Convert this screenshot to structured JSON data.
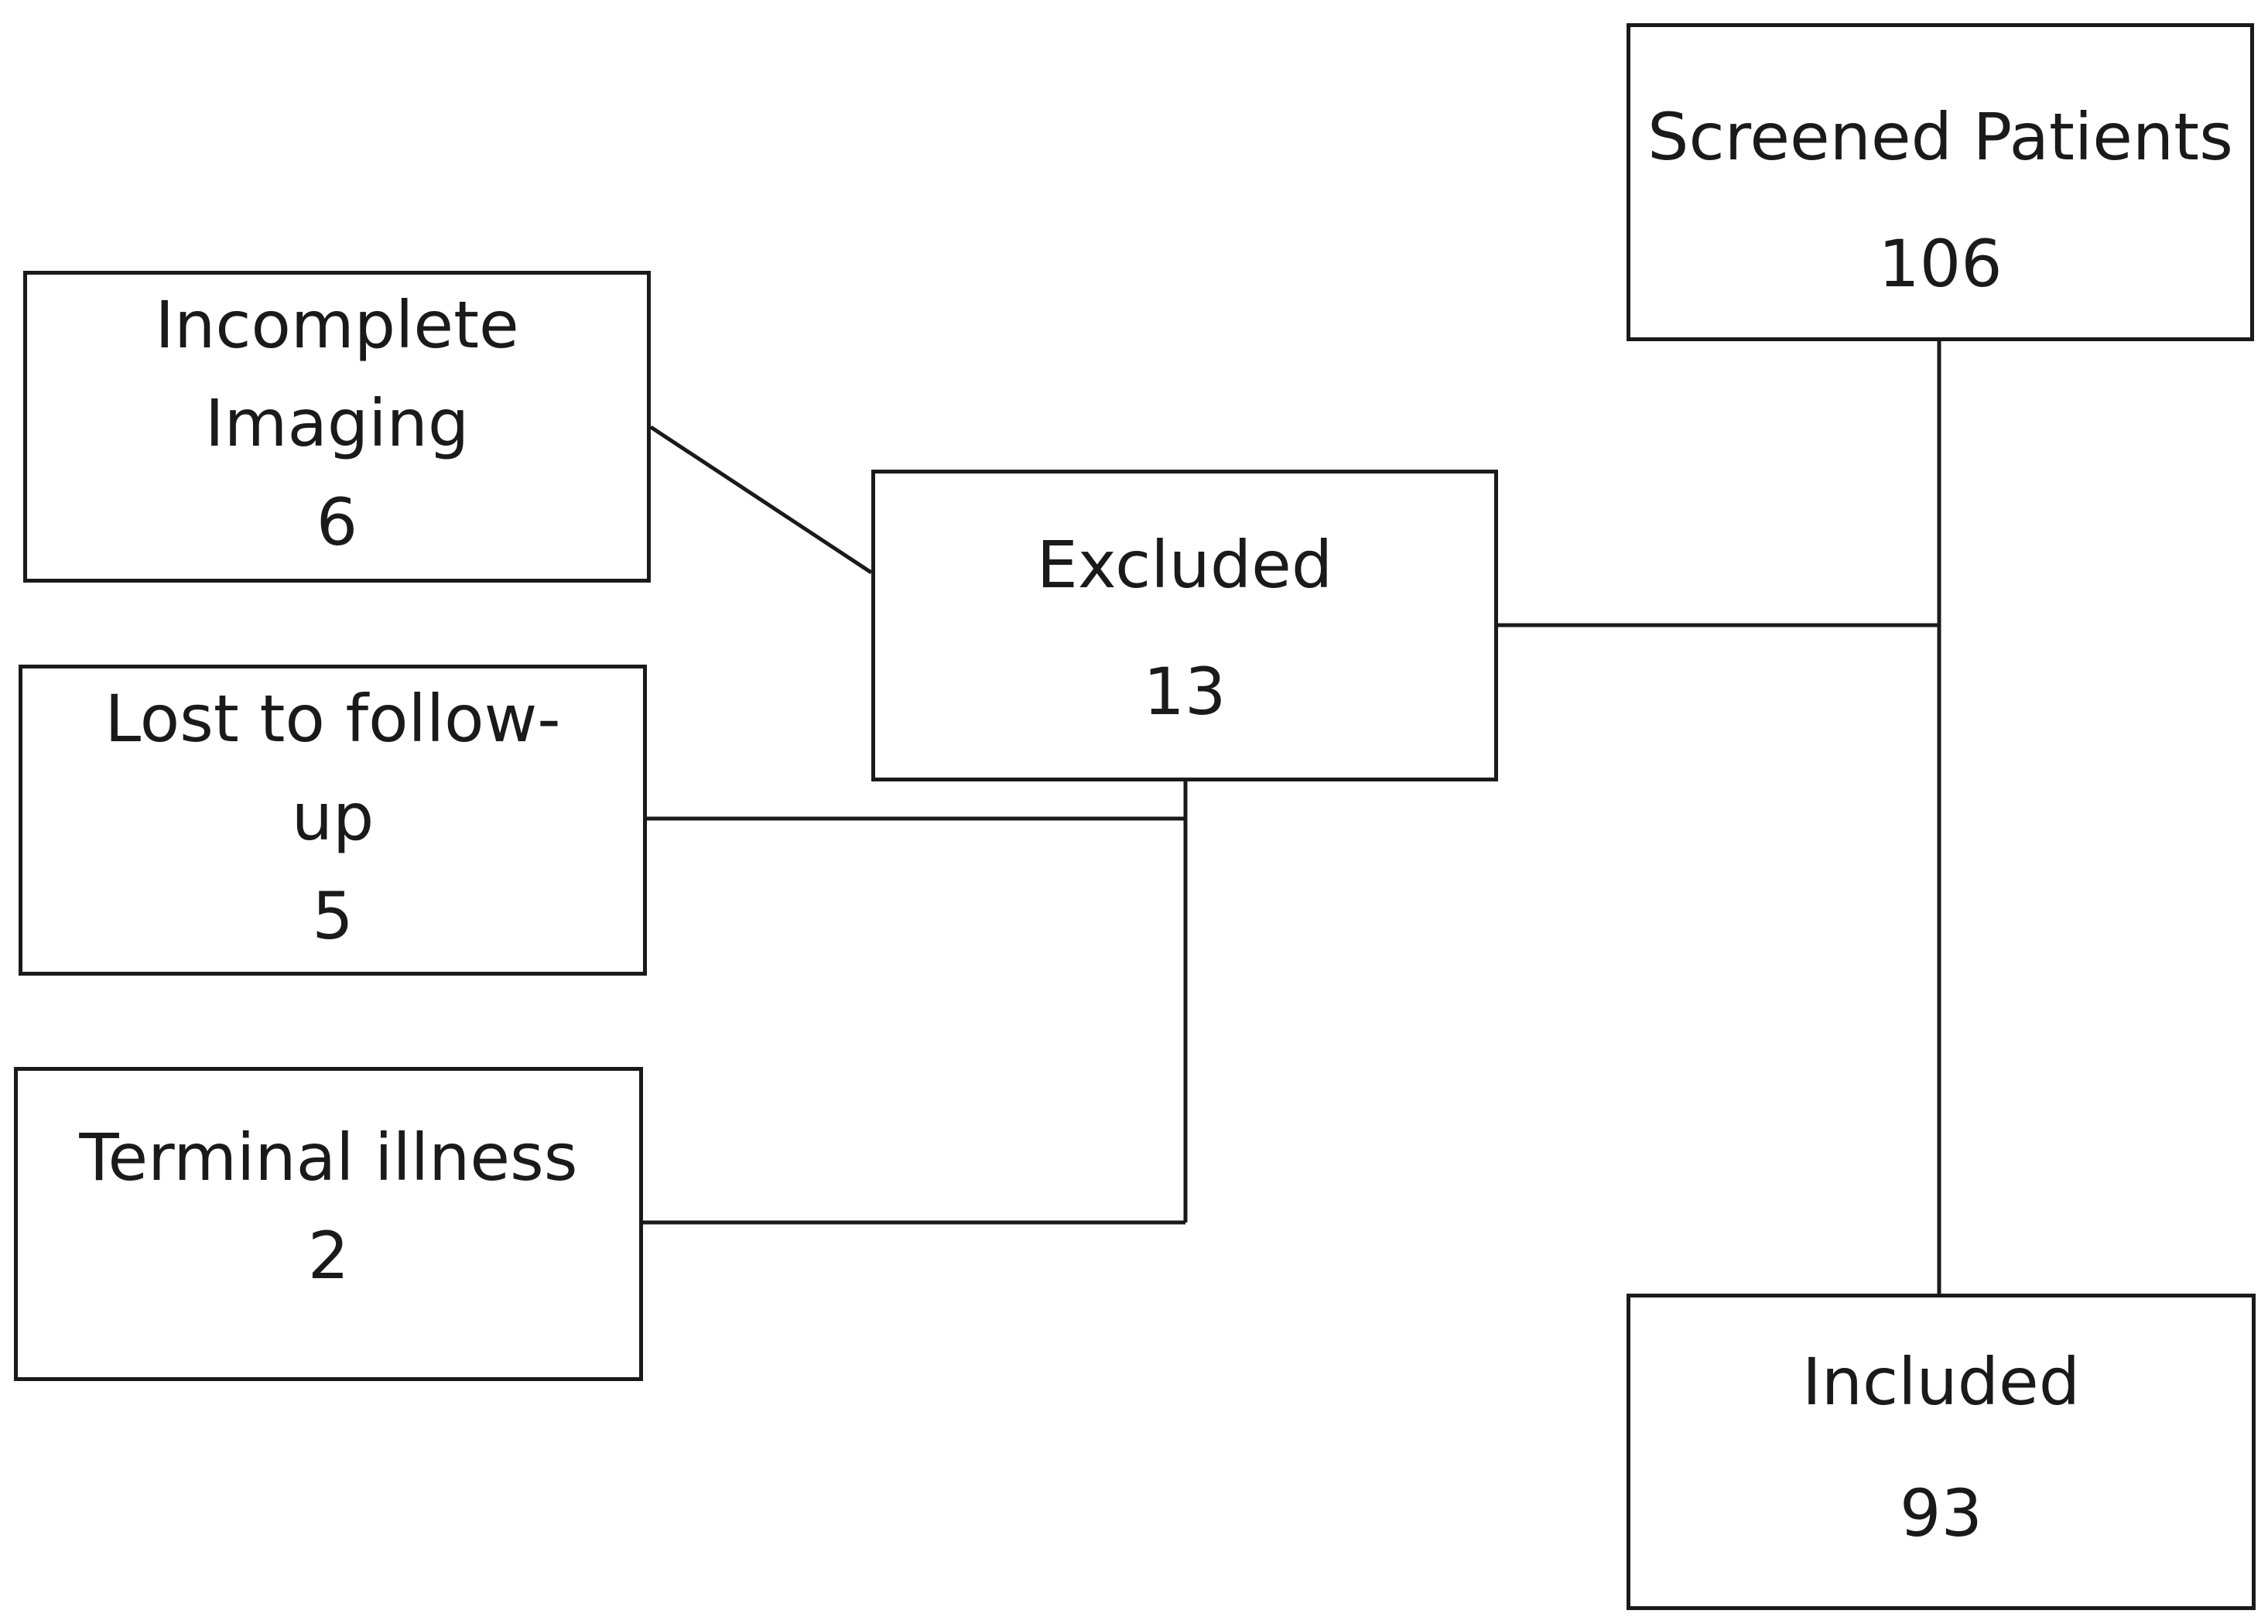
{
  "diagram": {
    "screened": {
      "label": "Screened Patients",
      "count": "106"
    },
    "excluded": {
      "label": "Excluded",
      "count": "13"
    },
    "incomplete_imaging": {
      "label_line1": "Incomplete",
      "label_line2": "Imaging",
      "count": "6"
    },
    "lost_to_follow_up": {
      "label_line1": "Lost to follow-",
      "label_line2": "up",
      "count": "5"
    },
    "terminal_illness": {
      "label": "Terminal illness",
      "count": "2"
    },
    "included": {
      "label": "Included",
      "count": "93"
    }
  }
}
